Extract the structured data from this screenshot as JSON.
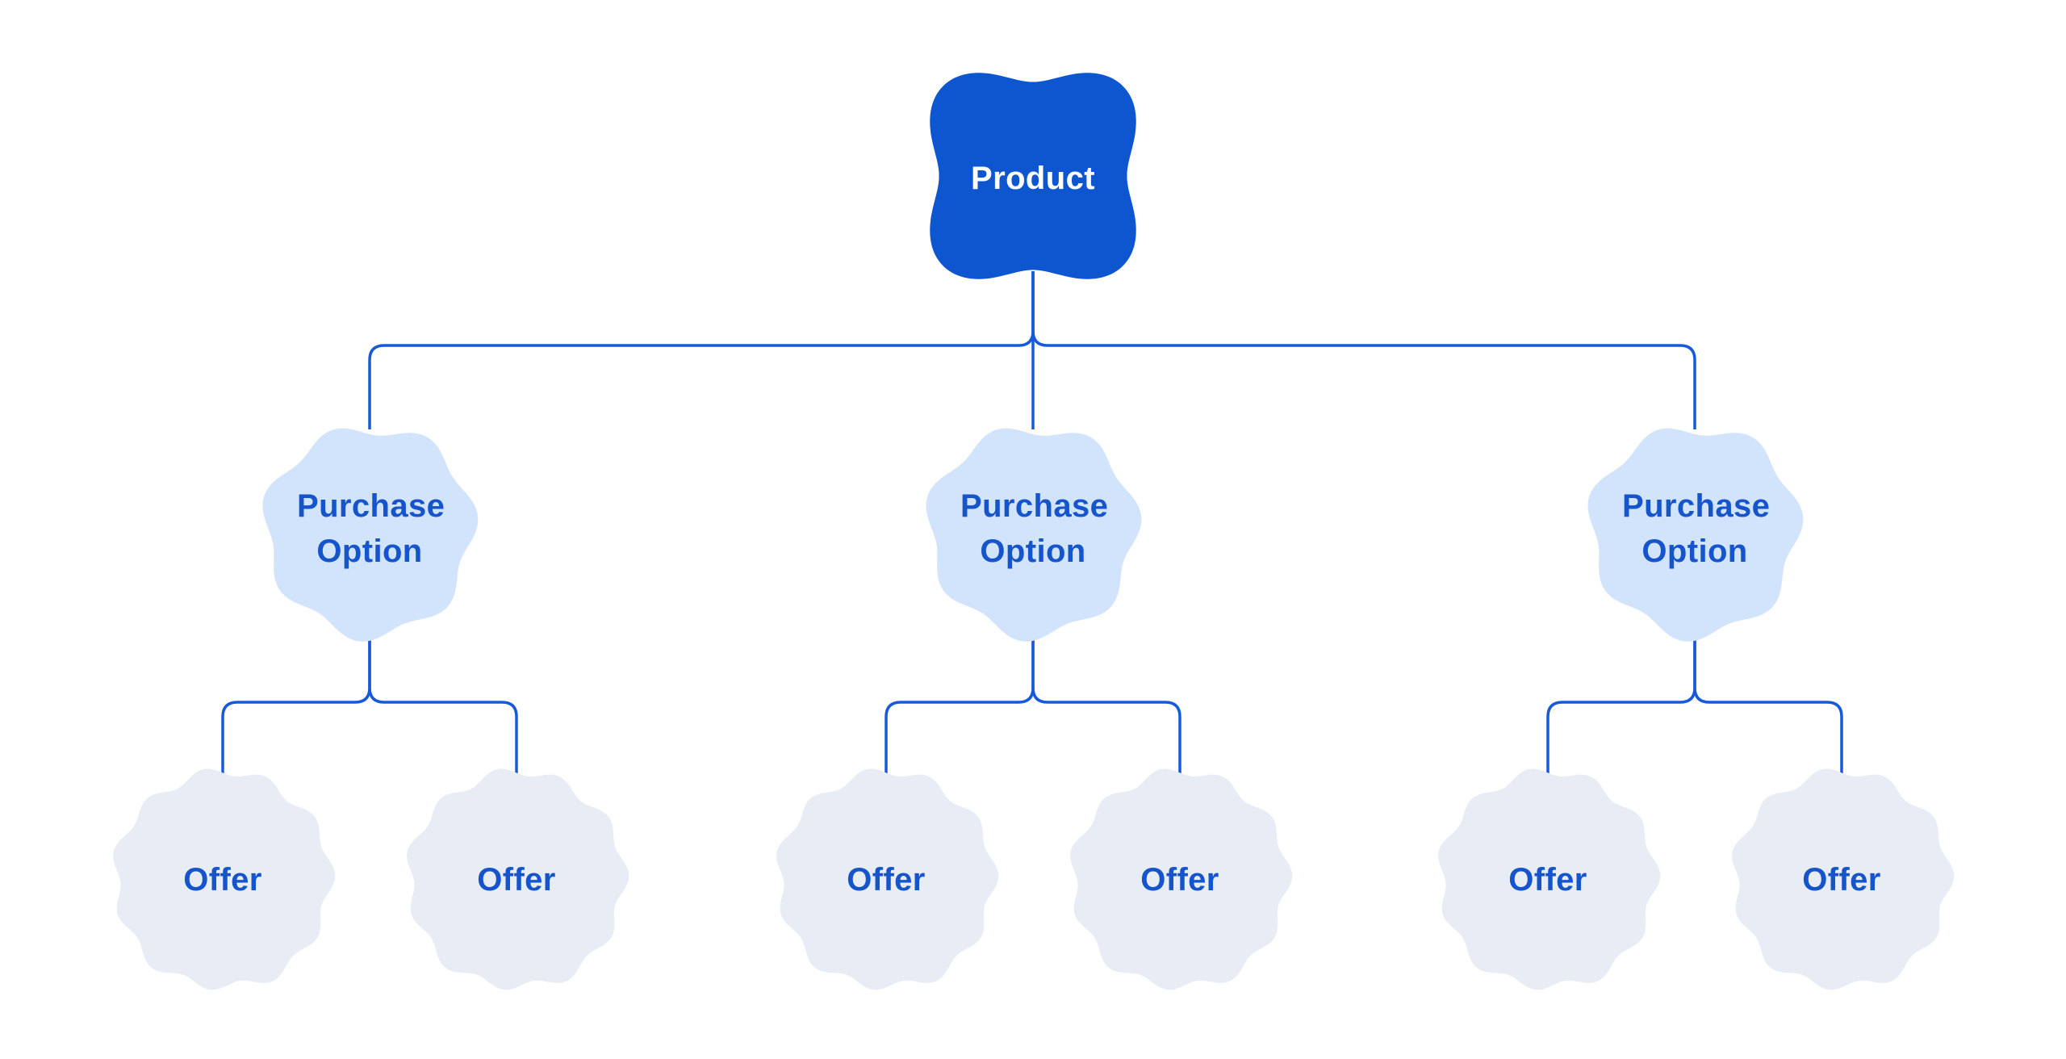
{
  "diagram": {
    "root": {
      "label": "Product"
    },
    "purchase_options": [
      {
        "label": "Purchase Option",
        "offers": [
          {
            "label": "Offer"
          },
          {
            "label": "Offer"
          }
        ]
      },
      {
        "label": "Purchase Option",
        "offers": [
          {
            "label": "Offer"
          },
          {
            "label": "Offer"
          }
        ]
      },
      {
        "label": "Purchase Option",
        "offers": [
          {
            "label": "Offer"
          },
          {
            "label": "Offer"
          }
        ]
      }
    ]
  },
  "colors": {
    "product_fill": "#0d56d0",
    "product_text": "#ffffff",
    "purchase_fill": "#d2e3fc",
    "offer_fill": "#e8ecf5",
    "node_text": "#1554cb",
    "connector": "#175ad9",
    "background": "#ffffff"
  }
}
